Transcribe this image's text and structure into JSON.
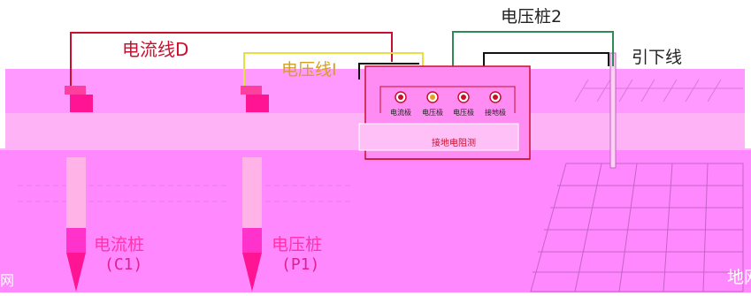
{
  "labels": {
    "current_wire": "电流线D",
    "voltage_wire": "电压线I",
    "voltage_stake_2": "电压桩2",
    "down_lead": "引下线",
    "current_stake": "电流桩",
    "current_stake_code": "(C1)",
    "voltage_stake": "电压桩",
    "voltage_stake_code": "(P1)",
    "earth_grid": "地网",
    "left_edge": "网",
    "instrument_name": "接地电阻测"
  },
  "terminals": [
    {
      "label": "电流极"
    },
    {
      "label": "电压极"
    },
    {
      "label": "电压极"
    },
    {
      "label": "接地极"
    }
  ],
  "colors": {
    "ground_band": "#ff88ff",
    "ground_top": "#ff99ff",
    "soil_light": "#ffb8f5",
    "current_wire": "#c8102e",
    "voltage_wire": "#e6e040",
    "green_wire": "#2e8b57",
    "black_wire": "#111111",
    "stake": "#ff1493",
    "grid": "#c060c0"
  }
}
